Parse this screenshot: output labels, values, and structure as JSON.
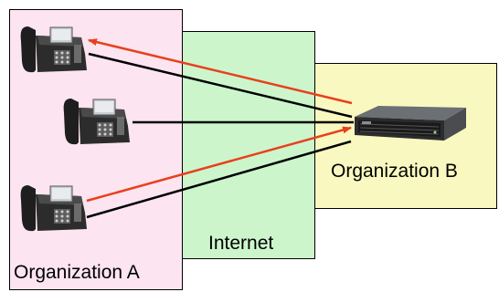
{
  "zones": {
    "org_a": {
      "label": "Organization A",
      "color": "#fce4f0"
    },
    "internet": {
      "label": "Internet",
      "color": "#ccf5cc"
    },
    "org_b": {
      "label": "Organization B",
      "color": "#f8f8c0"
    }
  },
  "devices": {
    "phones": [
      "ip-phone-icon",
      "ip-phone-icon",
      "ip-phone-icon"
    ],
    "server": "rack-server-icon"
  },
  "colors": {
    "line_black": "#000000",
    "line_red": "#e8401c"
  }
}
